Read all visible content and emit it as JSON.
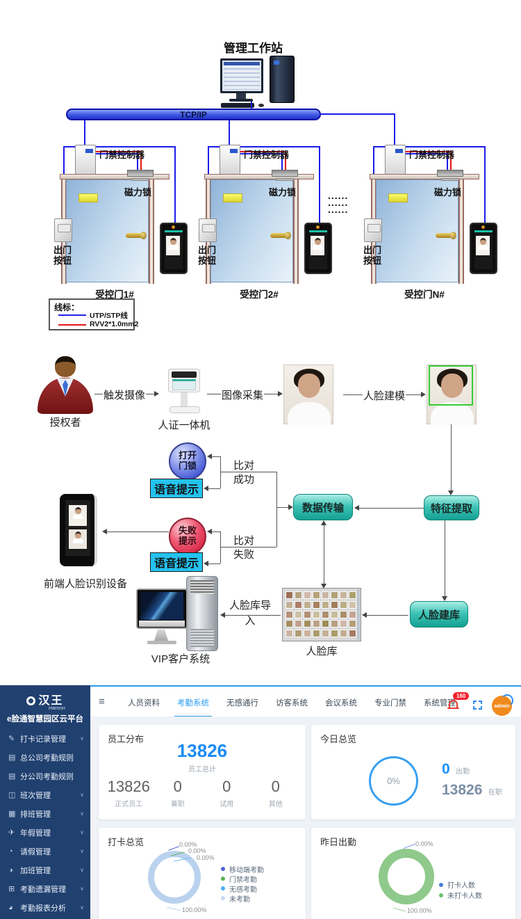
{
  "wiring": {
    "title": "管理工作站",
    "bus_label": "TCP/IP",
    "controller_label": "门禁控制器",
    "maglock_label": "磁力锁",
    "exit_button_line1": "出门",
    "exit_button_line2": "按钮",
    "doors": [
      {
        "label": "受控门1#"
      },
      {
        "label": "受控门2#"
      },
      {
        "label": "受控门N#"
      }
    ],
    "ellipsis": "......",
    "legend": {
      "title": "线标：",
      "items": [
        {
          "label": "UTP/STP线",
          "color": "#2323e6"
        },
        {
          "label": "RVV2*1.0mm2",
          "color": "#e81414"
        }
      ]
    }
  },
  "flow": {
    "authorizer": "授权者",
    "trigger_camera": "触发摄像",
    "id_machine": "人证一体机",
    "image_capture": "图像采集",
    "face_modeling": "人脸建模",
    "open_lock": "打开门锁",
    "voice_prompt": "语音提示",
    "match_success": "比对成功",
    "fail_prompt": "失败提示",
    "match_fail": "比对失败",
    "data_transfer": "数据传输",
    "feature_extract": "特征提取",
    "face_db_build": "人脸建库",
    "face_db": "人脸库",
    "face_db_import": "人脸库导入",
    "front_device": "前端人脸识别设备",
    "vip_system": "VIP客户系统"
  },
  "app": {
    "sidebar": {
      "logo_cn": "汉王",
      "logo_en": "Hanvon",
      "platform": "e脸通智慧园区云平台",
      "chevron": "∨",
      "items": [
        {
          "label": "打卡记录管理",
          "icon": "✎",
          "expandable": true
        },
        {
          "label": "总公司考勤规则",
          "icon": "▤",
          "expandable": false
        },
        {
          "label": "分公司考勤规则",
          "icon": "▤",
          "expandable": false
        },
        {
          "label": "班次管理",
          "icon": "◫",
          "expandable": true
        },
        {
          "label": "排班管理",
          "icon": "▦",
          "expandable": true
        },
        {
          "label": "年假管理",
          "icon": "✈",
          "expandable": true
        },
        {
          "label": "请假管理",
          "icon": "◔",
          "expandable": true
        },
        {
          "label": "加班管理",
          "icon": "◑",
          "expandable": true
        },
        {
          "label": "考勤遗漏管理",
          "icon": "⊞",
          "expandable": true
        },
        {
          "label": "考勤报表分析",
          "icon": "◕",
          "expandable": true
        }
      ]
    },
    "nav": {
      "menu_icon": "≡",
      "items": [
        {
          "label": "人员资料",
          "active": false
        },
        {
          "label": "考勤系统",
          "active": true
        },
        {
          "label": "无感通行",
          "active": false
        },
        {
          "label": "访客系统",
          "active": false
        },
        {
          "label": "会议系统",
          "active": false
        },
        {
          "label": "专业门禁",
          "active": false
        },
        {
          "label": "系统管理",
          "active": false
        }
      ],
      "notification_count": "160",
      "avatar": "admin"
    },
    "cards": {
      "employee": {
        "title": "员工分布",
        "total": "13826",
        "total_label": "员工总计",
        "accent": "#1b8bf5",
        "stats": [
          {
            "value": "13826",
            "label": "正式员工"
          },
          {
            "value": "0",
            "label": "兼职"
          },
          {
            "value": "0",
            "label": "试用"
          },
          {
            "value": "0",
            "label": "其他"
          }
        ]
      },
      "today": {
        "title": "今日总览",
        "ring_label": "0%",
        "attendance_value": "0",
        "attendance_label": "出勤",
        "onduty_value": "13826",
        "onduty_label": "在职"
      },
      "punch": {
        "title": "打卡总览",
        "slice_labels": [
          "0.00%",
          "0.00%",
          "0.00%",
          "100.00%"
        ],
        "ring_color": "#b9d2ee",
        "legend": [
          {
            "label": "移动端考勤",
            "color": "#4e63d2"
          },
          {
            "label": "门禁考勤",
            "color": "#5cb35a"
          },
          {
            "label": "无感考勤",
            "color": "#49aef2"
          },
          {
            "label": "未考勤",
            "color": "#c2d8f2"
          }
        ]
      },
      "yesterday": {
        "title": "昨日出勤",
        "slice_labels": [
          "0.00%",
          "100.00%"
        ],
        "ring_color": "#8fc98b",
        "legend": [
          {
            "label": "打卡人数",
            "color": "#4c7fd4"
          },
          {
            "label": "未打卡人数",
            "color": "#6cbf69"
          }
        ]
      }
    }
  },
  "chart_data": [
    {
      "type": "pie",
      "title": "今日总览",
      "categories": [
        "出勤",
        "在职"
      ],
      "values": [
        0,
        13826
      ],
      "center_label": "0%"
    },
    {
      "type": "pie",
      "title": "打卡总览",
      "categories": [
        "移动端考勤",
        "门禁考勤",
        "无感考勤",
        "未考勤"
      ],
      "values": [
        0,
        0,
        0,
        100
      ],
      "labels": [
        "0.00%",
        "0.00%",
        "0.00%",
        "100.00%"
      ],
      "legend_position": "right"
    },
    {
      "type": "pie",
      "title": "昨日出勤",
      "categories": [
        "打卡人数",
        "未打卡人数"
      ],
      "values": [
        0,
        100
      ],
      "labels": [
        "0.00%",
        "100.00%"
      ],
      "legend_position": "right"
    }
  ]
}
